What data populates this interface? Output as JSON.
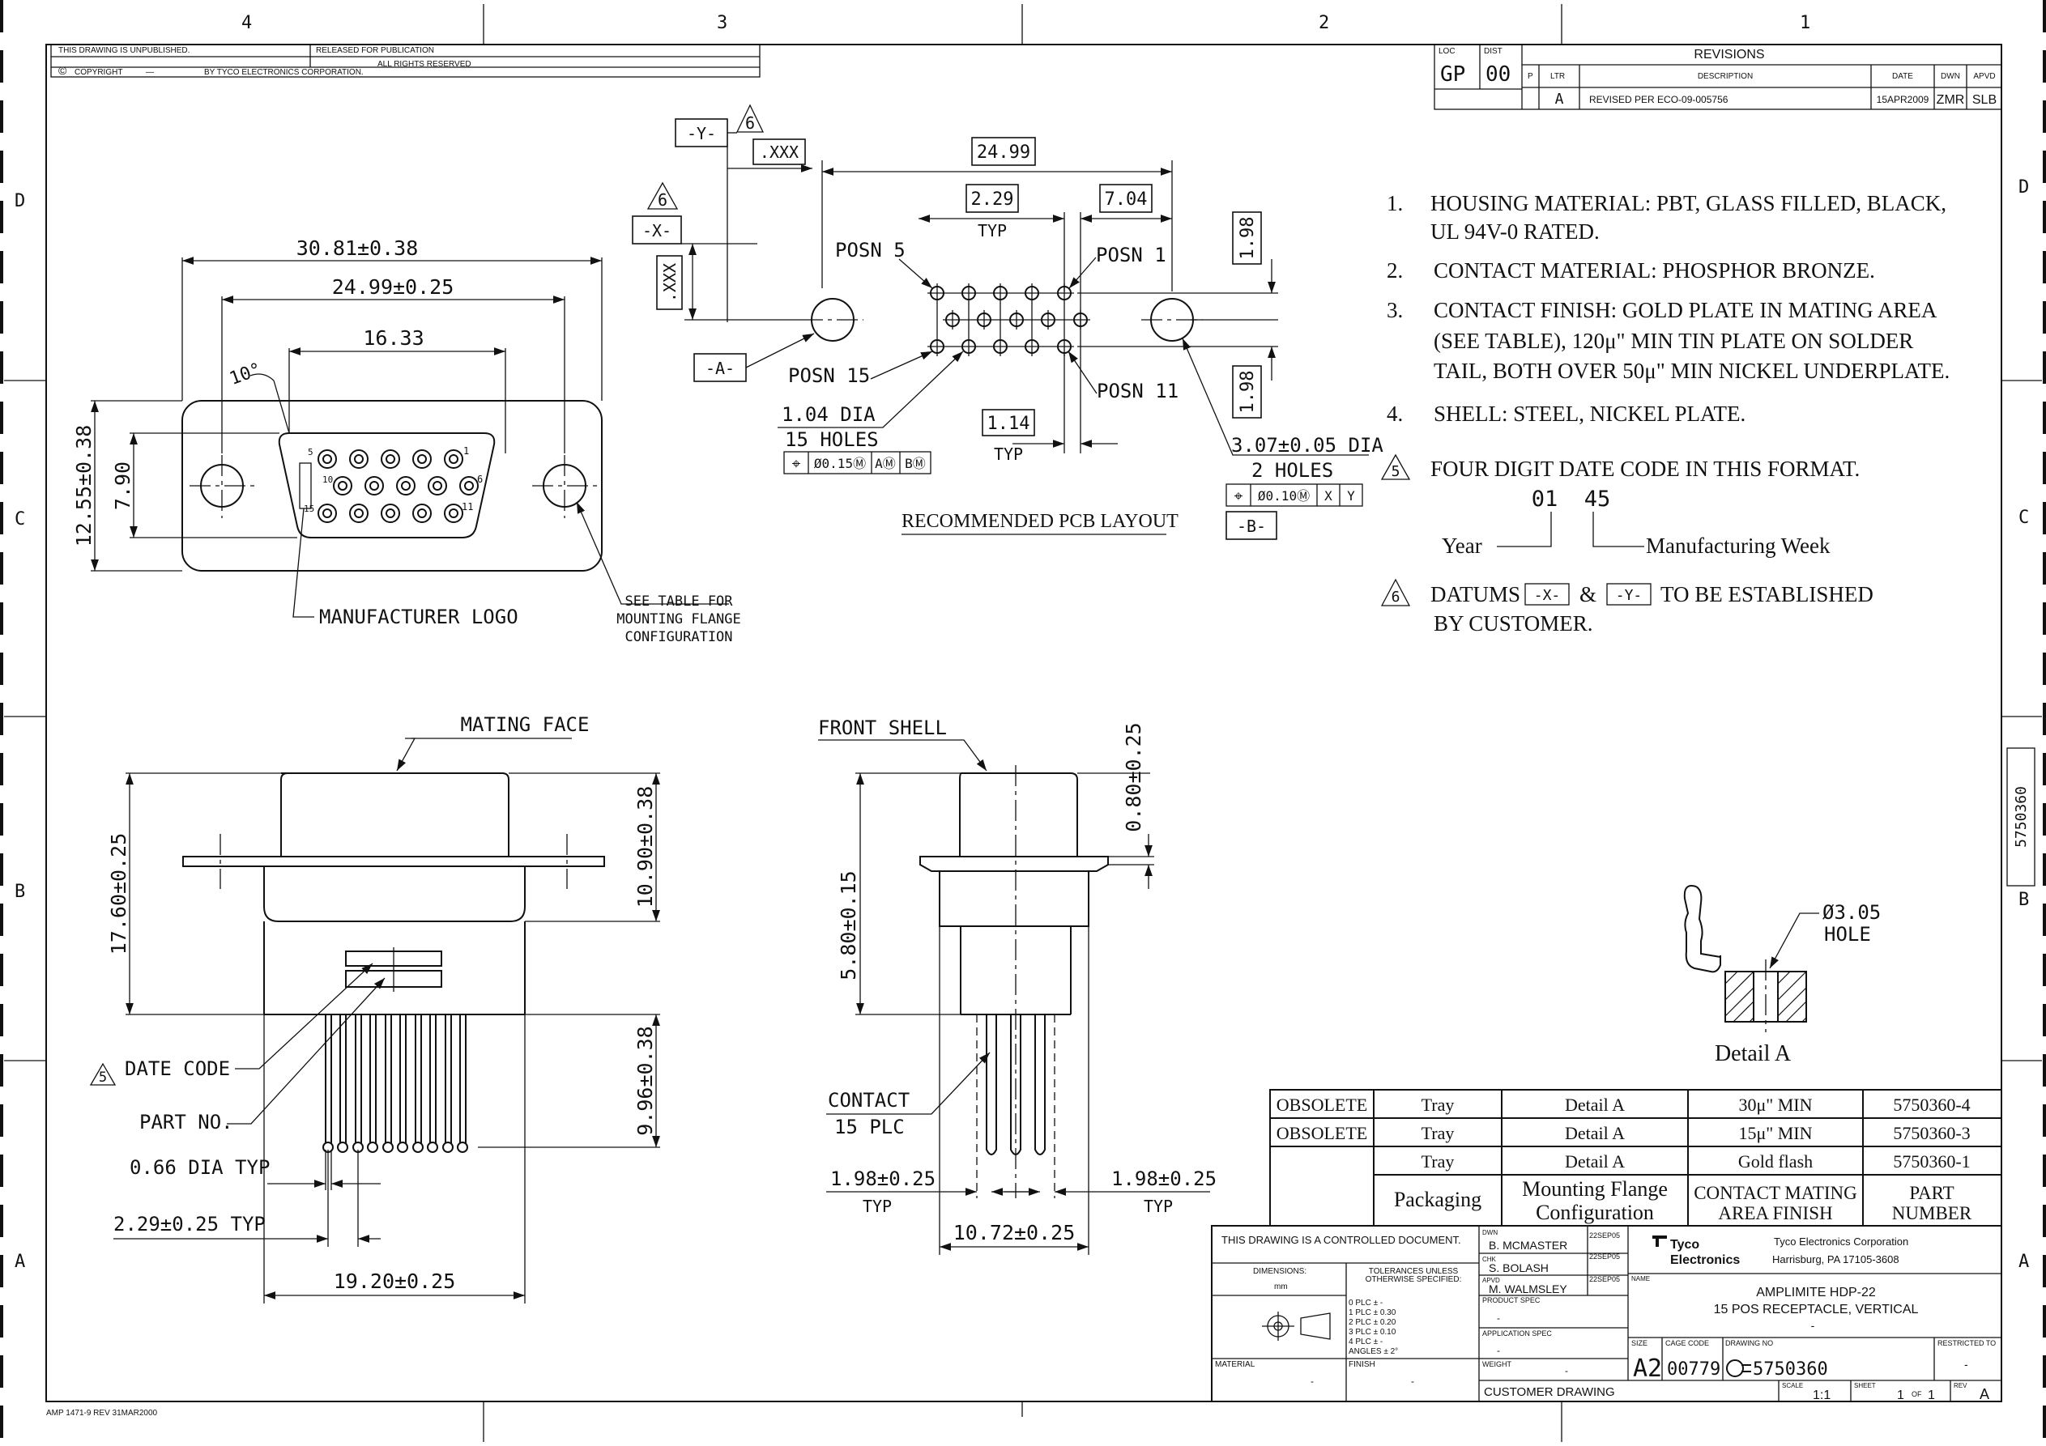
{
  "header": {
    "unpublished": "THIS DRAWING IS UNPUBLISHED.",
    "released": "RELEASED FOR PUBLICATION",
    "copyright_symbol": "©",
    "copyright": "COPYRIGHT",
    "dash": "—",
    "by": "BY TYCO ELECTRONICS CORPORATION.",
    "rights": "ALL RIGHTS RESERVED"
  },
  "zones": {
    "cols": [
      "4",
      "3",
      "2",
      "1"
    ],
    "rows": [
      "D",
      "C",
      "B",
      "A"
    ]
  },
  "revisions": {
    "loc_label": "LOC",
    "loc": "GP",
    "dist_label": "DIST",
    "dist": "00",
    "title": "REVISIONS",
    "col_p": "P",
    "col_ltr": "LTR",
    "col_desc": "DESCRIPTION",
    "col_date": "DATE",
    "col_dwn": "DWN",
    "col_apvd": "APVD",
    "row": {
      "ltr": "A",
      "desc": "REVISED PER ECO-09-005756",
      "date": "15APR2009",
      "dwn": "ZMR",
      "apvd": "SLB"
    }
  },
  "notes": [
    {
      "num": "1.",
      "lines": [
        "HOUSING MATERIAL: PBT, GLASS FILLED, BLACK,",
        "UL 94V-0 RATED."
      ]
    },
    {
      "num": "2.",
      "lines": [
        "CONTACT MATERIAL: PHOSPHOR BRONZE."
      ]
    },
    {
      "num": "3.",
      "lines": [
        "CONTACT FINISH: GOLD PLATE IN MATING AREA",
        "(SEE TABLE), 120μ\" MIN TIN PLATE ON SOLDER",
        "TAIL, BOTH OVER 50μ\" MIN NICKEL UNDERPLATE."
      ]
    },
    {
      "num": "4.",
      "lines": [
        "SHELL: STEEL, NICKEL PLATE."
      ]
    }
  ],
  "note5": {
    "flag": "5",
    "text": "FOUR DIGIT DATE CODE IN THIS FORMAT.",
    "year_value": "01",
    "week_value": "45",
    "year_label": "Year",
    "week_label": "Manufacturing Week"
  },
  "note6": {
    "flag": "6",
    "datums": "DATUMS",
    "x": "-X-",
    "amp": "&",
    "y": "-Y-",
    "text1": "TO BE ESTABLISHED",
    "text2": "BY CUSTOMER."
  },
  "front_view": {
    "w_overall": "30.81±0.38",
    "w_holes": "24.99±0.25",
    "w_face": "16.33",
    "angle": "10°",
    "h_overall": "12.55±0.38",
    "h_face": "7.90",
    "pin1": "1",
    "pin5": "5",
    "pin6": "6",
    "pin10": "10",
    "pin11": "11",
    "pin15": "15",
    "logo": "MANUFACTURER LOGO",
    "see_table": [
      "SEE TABLE FOR",
      "MOUNTING FLANGE",
      "CONFIGURATION"
    ]
  },
  "pcb": {
    "datum_y": "-Y-",
    "flag6a": "6",
    "xxx_h": ".XXX",
    "dim_2499": "24.99",
    "flag6b": "6",
    "datum_x": "-X-",
    "xxx_v": ".XXX",
    "dim_229": "2.29",
    "typ1": "TYP",
    "dim_704": "7.04",
    "posn5": "POSN 5",
    "posn1": "POSN 1",
    "dim_198a": "1.98",
    "dim_198b": "1.98",
    "datum_a": "-A-",
    "posn15": "POSN 15",
    "posn11": "POSN 11",
    "dia104": "1.04 DIA",
    "holes15": "15 HOLES",
    "fcf1": [
      "⌖",
      "Ø0.15Ⓜ",
      "AⓂ",
      "BⓂ"
    ],
    "dim_114": "1.14",
    "typ2": "TYP",
    "dia307": "3.07±0.05 DIA",
    "holes2": "2 HOLES",
    "fcf2": [
      "⌖",
      "Ø0.10Ⓜ",
      "X",
      "Y"
    ],
    "datum_b": "-B-",
    "title": "RECOMMENDED PCB LAYOUT"
  },
  "side_view": {
    "mating_face": "MATING FACE",
    "h_1760": "17.60±0.25",
    "h_1090": "10.90±0.38",
    "h_996": "9.96±0.38",
    "date_flag": "5",
    "date_code": "DATE CODE",
    "part_no": "PART NO.",
    "dia066": "0.66 DIA TYP",
    "pitch": "2.29±0.25 TYP",
    "w_1920": "19.20±0.25"
  },
  "end_view": {
    "front_shell": "FRONT SHELL",
    "h_080": "0.80±0.25",
    "h_580": "5.80±0.15",
    "contact": "CONTACT",
    "plc": "15 PLC",
    "left_198": "1.98±0.25",
    "left_typ": "TYP",
    "right_198": "1.98±0.25",
    "right_typ": "TYP",
    "w_1072": "10.72±0.25"
  },
  "detail": {
    "hole": "Ø3.05",
    "hole2": "HOLE",
    "label": "Detail A"
  },
  "part_table": {
    "rows": [
      [
        "OBSOLETE",
        "Tray",
        "Detail A",
        "30μ\" MIN",
        "5750360-4"
      ],
      [
        "OBSOLETE",
        "Tray",
        "Detail A",
        "15μ\" MIN",
        "5750360-3"
      ],
      [
        "",
        "Tray",
        "Detail A",
        "Gold flash",
        "5750360-1"
      ]
    ],
    "header": [
      "Packaging",
      "Mounting Flange",
      "Configuration",
      "CONTACT MATING",
      "AREA FINISH",
      "PART",
      "NUMBER"
    ]
  },
  "title_block": {
    "controlled": "THIS DRAWING IS A CONTROLLED DOCUMENT.",
    "dimensions": "DIMENSIONS:",
    "units": "mm",
    "tolerances": [
      "TOLERANCES UNLESS",
      "OTHERWISE SPECIFIED:"
    ],
    "tol_rows": [
      "0 PLC    ±  -",
      "1 PLC    ±  0.30",
      "2 PLC    ±  0.20",
      "3 PLC    ±  0.10",
      "4 PLC    ±  -",
      "ANGLES      ±  2°"
    ],
    "material": "MATERIAL",
    "material_val": "-",
    "finish": "FINISH",
    "finish_val": "-",
    "dwn": "DWN",
    "dwn_name": "B. MCMASTER",
    "dwn_date": "22SEP05",
    "chk": "CHK",
    "chk_name": "S. BOLASH",
    "chk_date": "22SEP05",
    "apvd": "APVD",
    "apvd_name": "M. WALMSLEY",
    "apvd_date": "22SEP05",
    "product_spec": "PRODUCT SPEC",
    "product_spec_val": "-",
    "app_spec": "APPLICATION SPEC",
    "app_spec_val": "-",
    "weight": "WEIGHT",
    "weight_val": "-",
    "customer": "CUSTOMER DRAWING",
    "company_logo1": "Tyco",
    "company_logo2": "Electronics",
    "company": "Tyco Electronics Corporation",
    "address": "Harrisburg, PA 17105-3608",
    "name_label": "NAME",
    "name1": "AMPLIMITE HDP-22",
    "name2": "15 POS RECEPTACLE, VERTICAL",
    "name3": "-",
    "size_label": "SIZE",
    "size": "A2",
    "cage_label": "CAGE CODE",
    "cage": "00779",
    "dwg_label": "DRAWING NO",
    "dwg": "5750360",
    "restricted": "RESTRICTED TO",
    "restricted_val": "-",
    "scale_label": "SCALE",
    "scale": "1:1",
    "sheet_label": "SHEET",
    "sheet": "1",
    "of": "OF",
    "sheets": "1",
    "rev_label": "REV",
    "rev": "A"
  },
  "side_tab": "5750360",
  "form": "AMP 1471-9 REV 31MAR2000"
}
